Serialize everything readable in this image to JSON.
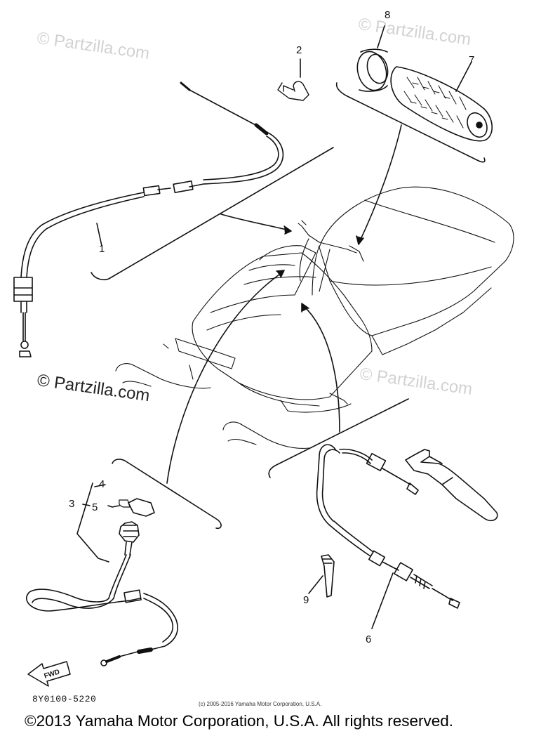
{
  "watermarks": {
    "light": "© Partzilla.com",
    "dark": "© Partzilla.com"
  },
  "callouts": {
    "c1": "1",
    "c2": "2",
    "c3": "3",
    "c4": "4",
    "c5": "5",
    "c6": "6",
    "c7": "7",
    "c8": "8",
    "c9": "9"
  },
  "fwd_label": "FWD",
  "diagram_code": "8Y0100-5220",
  "small_credit": "(c) 2005-2016 Yamaha Motor Corporation, U.S.A.",
  "copyright": "©2013 Yamaha Motor Corporation, U.S.A. All rights reserved.",
  "colors": {
    "line": "#111111",
    "watermark": "#d2d2d2",
    "background": "#ffffff"
  }
}
